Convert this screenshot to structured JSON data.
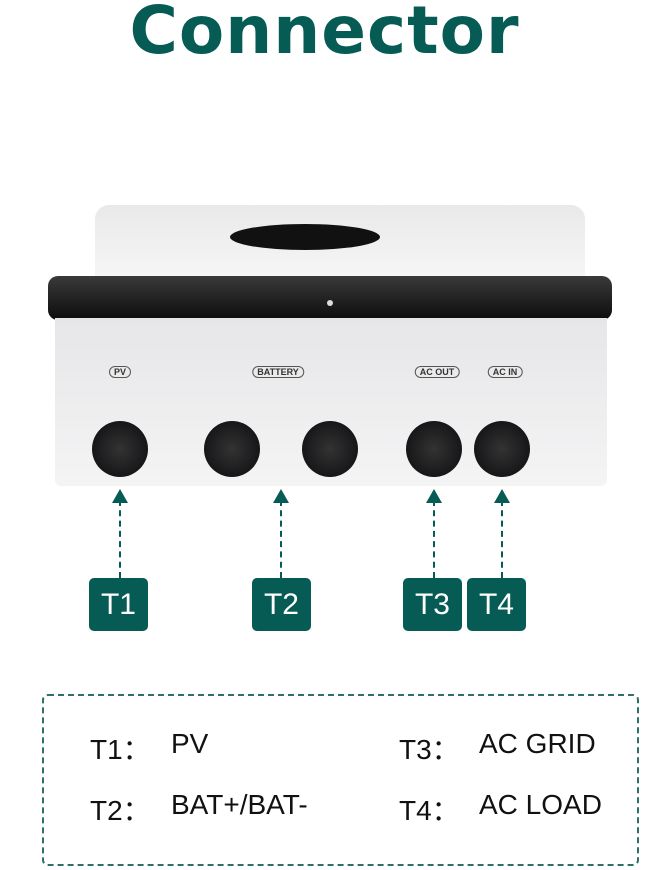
{
  "title": "Connector",
  "colors": {
    "accent": "#065c55"
  },
  "device": {
    "panel_labels": [
      "PV",
      "BATTERY",
      "AC OUT",
      "AC IN"
    ]
  },
  "tags": [
    "T1",
    "T2",
    "T3",
    "T4"
  ],
  "legend": [
    {
      "key": "T1：",
      "value": "PV"
    },
    {
      "key": "T2：",
      "value": "BAT+/BAT-"
    },
    {
      "key": "T3：",
      "value": "AC GRID"
    },
    {
      "key": "T4：",
      "value": "AC LOAD"
    }
  ]
}
